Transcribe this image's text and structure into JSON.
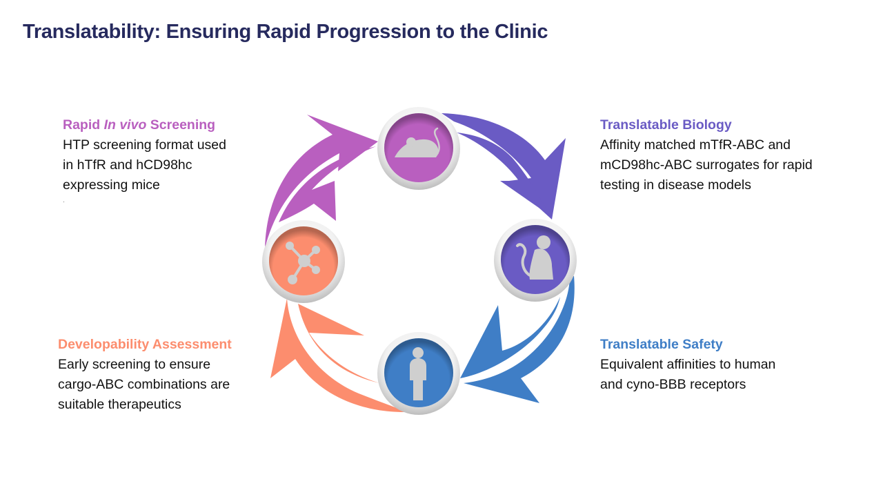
{
  "title": "Translatability: Ensuring Rapid Progression to the Clinic",
  "colors": {
    "title": "#262a5e",
    "screening": "#b95fbf",
    "biology": "#6a5bc4",
    "safety": "#3f7ec6",
    "developability": "#fc8d6e",
    "icon_fill": "#cfcfcf"
  },
  "stages": [
    {
      "id": "screening",
      "heading_pre": "Rapid ",
      "heading_italic": "In vivo",
      "heading_post": " Screening",
      "body": [
        "HTP screening format used",
        "in hTfR and hCD98hc",
        "expressing mice"
      ],
      "icon": "mouse-icon"
    },
    {
      "id": "biology",
      "heading": "Translatable Biology",
      "body": [
        "Affinity matched mTfR-ABC and",
        "mCD98hc-ABC surrogates for rapid",
        "testing in disease models"
      ],
      "icon": "monkey-icon"
    },
    {
      "id": "safety",
      "heading": "Translatable Safety",
      "body": [
        "Equivalent affinities to human",
        "and cyno-BBB receptors"
      ],
      "icon": "human-icon"
    },
    {
      "id": "developability",
      "heading": "Developability Assessment",
      "body": [
        "Early screening to ensure",
        "cargo-ABC combinations are",
        "suitable therapeutics"
      ],
      "icon": "molecule-icon"
    }
  ]
}
